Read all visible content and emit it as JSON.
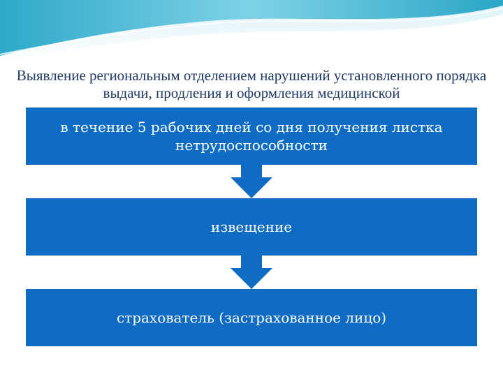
{
  "slide": {
    "title": "Выявление региональным отделением нарушений установленного порядка выдачи, продления и оформления медицинской"
  },
  "flow": {
    "steps": [
      {
        "label": "в течение 5 рабочих дней со дня получения листка нетрудоспособности"
      },
      {
        "label": "извещение"
      },
      {
        "label": "страхователь (застрахованное лицо)"
      }
    ]
  },
  "colors": {
    "box": "#0f6cc4",
    "arrow": "#0f6cc4",
    "title": "#1f3a66"
  }
}
